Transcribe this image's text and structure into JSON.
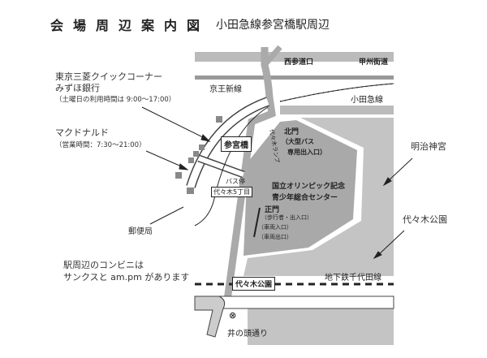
{
  "title": "会場周辺案内図",
  "subtitle": "小田急線参宮橋駅周辺",
  "notes": {
    "bank_line1": "東京三菱クイックコーナー",
    "bank_line2": "みずほ銀行",
    "bank_hours": "（土曜日の利用時間は 9:00〜17:00）",
    "mcd": "マクドナルド",
    "mcd_hours": "（営業時間：7:30〜21:00）",
    "post": "郵便局",
    "conv_line1": "駅周辺のコンビニは",
    "conv_line2": "サンクスと am.pm があります",
    "meiji": "明治神宮",
    "yoyogi_park": "代々木公園"
  },
  "map": {
    "nishisando": "西参道口",
    "koshu": "甲州街道",
    "keio": "京王新線",
    "odakyu": "小田急線",
    "sanguubashi": "参宮橋",
    "ramp": "代々木ランプ",
    "kitamon": "北門",
    "kitamon_sub1": "（大型バス",
    "kitamon_sub2": "専用出入口）",
    "center1": "国立オリンピック記念",
    "center2": "青少年総合センター",
    "busstop": "バス停",
    "yoyogi5": "代々木5丁目",
    "seimon": "正門",
    "seimon1": "（歩行者・出入口）",
    "seimon2": "（車両入口）",
    "seimon3": "（車両出口）",
    "chiyoda": "地下鉄千代田線",
    "yoyogi_station": "代々木公園",
    "inokashira": "井の頭通り"
  }
}
